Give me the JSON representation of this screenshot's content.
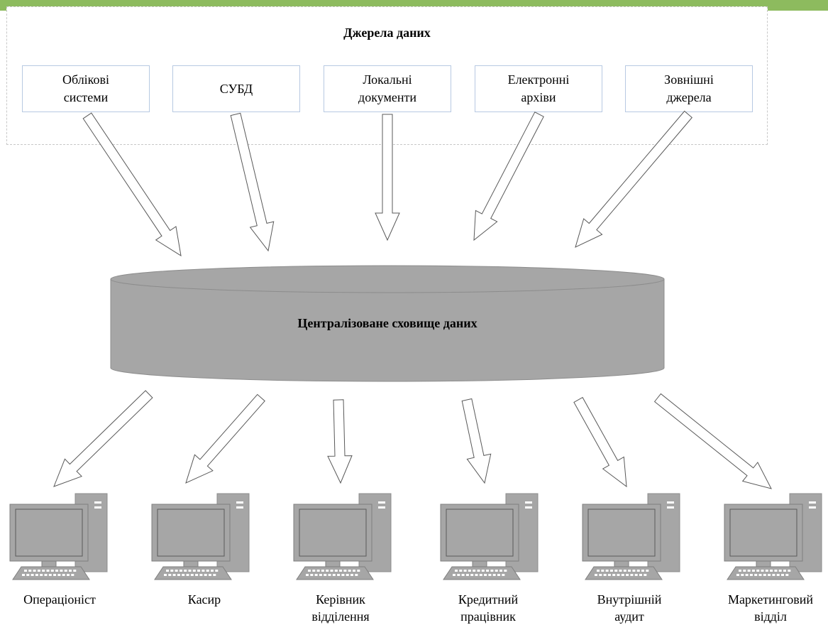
{
  "sources": {
    "title": "Джерела даних",
    "items": [
      {
        "label": "Облікові\nсистеми"
      },
      {
        "label": "СУБД"
      },
      {
        "label": "Локальні\nдокументи"
      },
      {
        "label": "Електронні\nархіви"
      },
      {
        "label": "Зовнішні\nджерела"
      }
    ]
  },
  "storage": {
    "label": "Централізоване сховище даних"
  },
  "users": {
    "items": [
      {
        "label": "Операціоніст"
      },
      {
        "label": "Касир"
      },
      {
        "label": "Керівник\nвідділення"
      },
      {
        "label": "Кредитний\nпрацівник"
      },
      {
        "label": "Внутрішній\nаудит"
      },
      {
        "label": "Маркетинговий\nвідділ"
      }
    ]
  },
  "colors": {
    "header_band": "#8dbb5e",
    "source_border": "#b7c9e2",
    "cylinder_fill": "#a6a6a6",
    "arrow_fill": "#ffffff",
    "arrow_stroke": "#595959"
  }
}
